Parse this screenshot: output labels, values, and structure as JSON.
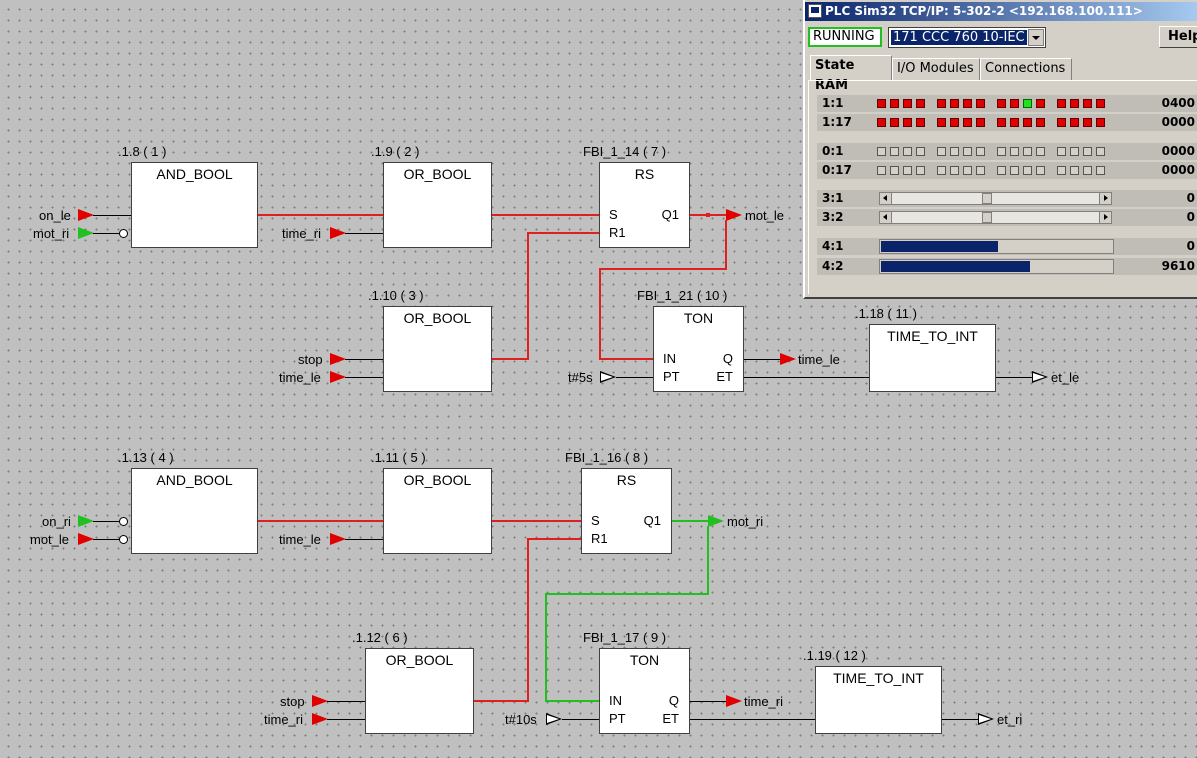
{
  "diagram": {
    "blocks": {
      "b1": {
        "ref": ".1.8 ( 1 )",
        "title": "AND_BOOL"
      },
      "b2": {
        "ref": ".1.9 ( 2 )",
        "title": "OR_BOOL"
      },
      "b3": {
        "ref": "FBI_1_14 ( 7 )",
        "title": "RS",
        "pins": [
          "S",
          "R1",
          "Q1"
        ]
      },
      "b4": {
        "ref": ".1.10 ( 3 )",
        "title": "OR_BOOL"
      },
      "b5": {
        "ref": "FBI_1_21 ( 10 )",
        "title": "TON",
        "pins": [
          "IN",
          "PT",
          "Q",
          "ET"
        ]
      },
      "b6": {
        "ref": ".1.18 ( 11 )",
        "title": "TIME_TO_INT"
      },
      "b7": {
        "ref": ".1.13 ( 4 )",
        "title": "AND_BOOL"
      },
      "b8": {
        "ref": ".1.11 ( 5 )",
        "title": "OR_BOOL"
      },
      "b9": {
        "ref": "FBI_1_16 ( 8 )",
        "title": "RS",
        "pins": [
          "S",
          "R1",
          "Q1"
        ]
      },
      "b10": {
        "ref": ".1.12 ( 6 )",
        "title": "OR_BOOL"
      },
      "b11": {
        "ref": "FBI_1_17 ( 9 )",
        "title": "TON",
        "pins": [
          "IN",
          "PT",
          "Q",
          "ET"
        ]
      },
      "b12": {
        "ref": ".1.19 ( 12 )",
        "title": "TIME_TO_INT"
      }
    },
    "variables": {
      "v1": "on_le",
      "v2": "mot_ri",
      "v3": "time_ri",
      "v4": "mot_le",
      "v5": "stop",
      "v6": "time_le",
      "v7": "t#5s",
      "v8": "time_le",
      "v9": "et_le",
      "v10": "on_ri",
      "v11": "mot_le",
      "v12": "time_le",
      "v13": "mot_ri",
      "v14": "stop",
      "v15": "time_ri",
      "v16": "t#10s",
      "v17": "time_ri",
      "v18": "et_ri"
    }
  },
  "plc": {
    "title": "PLC Sim32  TCP/IP: 5-302-2 <192.168.100.111>",
    "status": "RUNNING",
    "device": "171 CCC 760 10-IEC",
    "help_label": "Help",
    "tabs": [
      "State RAM",
      "I/O Modules",
      "Connections"
    ],
    "active_tab": "State RAM",
    "rows": [
      {
        "addr": "1:1",
        "value": "0400",
        "bits_on": [
          1,
          1,
          1,
          1,
          1,
          1,
          1,
          1,
          1,
          1,
          0,
          1,
          1,
          1,
          1,
          1
        ],
        "green_index": 10
      },
      {
        "addr": "1:17",
        "value": "0000",
        "bits_on": [
          1,
          1,
          1,
          1,
          1,
          1,
          1,
          1,
          1,
          1,
          1,
          1,
          1,
          1,
          1,
          1
        ]
      },
      {
        "addr": "0:1",
        "value": "0000"
      },
      {
        "addr": "0:17",
        "value": "0000"
      },
      {
        "addr": "3:1",
        "value": "0",
        "slider": 0.45
      },
      {
        "addr": "3:2",
        "value": "0",
        "slider": 0.45
      },
      {
        "addr": "4:1",
        "value": "0",
        "progress": 0.5
      },
      {
        "addr": "4:2",
        "value": "9610",
        "progress": 0.64
      }
    ],
    "colors": {
      "led_on": "#e00000",
      "led_green": "#20e020",
      "bar": "#0a246a",
      "wire_active": "#e02020",
      "wire_green": "#20c020"
    }
  }
}
